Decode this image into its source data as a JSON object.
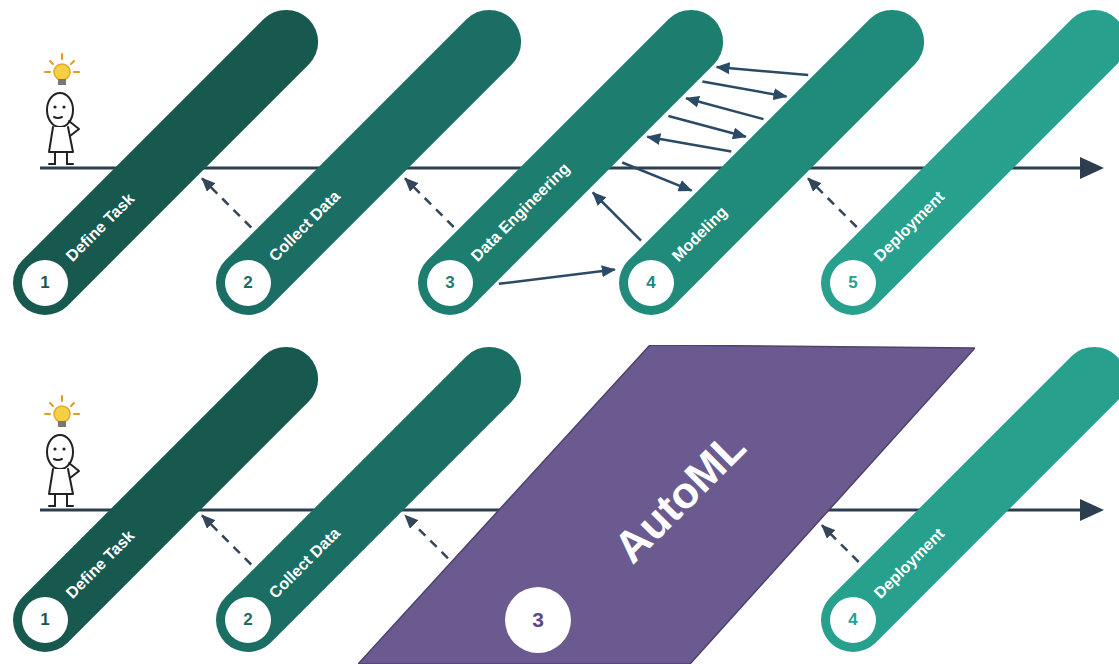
{
  "diagram": {
    "nodes": [
      {
        "text": [
          "Define Task",
          "1"
        ]
      },
      {
        "text": [
          "Collect Data",
          "2"
        ]
      },
      {
        "text": [
          "Data Engineering",
          "3"
        ]
      },
      {
        "text": [
          "Modeling",
          "4"
        ]
      },
      {
        "text": [
          "Deployment",
          "5"
        ]
      },
      {
        "text": [
          "Define Task",
          "1"
        ]
      },
      {
        "text": [
          "Collect Data",
          "2"
        ]
      },
      {
        "text": [
          "AutoML",
          "3"
        ]
      },
      {
        "text": [
          "Deployment",
          "4"
        ]
      }
    ],
    "edges": [
      {
        "from": 1,
        "to": 0,
        "arrow": "to"
      },
      {
        "from": 2,
        "to": 1,
        "arrow": "to"
      },
      {
        "from": 2,
        "to": 3,
        "arrow": "to"
      },
      {
        "from": 3,
        "to": 2,
        "arrow": "to"
      },
      {
        "from": 2,
        "to": 3,
        "arrow": "to"
      },
      {
        "from": 3,
        "to": 2,
        "arrow": "to"
      },
      {
        "from": 2,
        "to": 3,
        "arrow": "to"
      },
      {
        "from": 3,
        "to": 2,
        "arrow": "to"
      },
      {
        "from": 2,
        "to": 3,
        "arrow": "to"
      },
      {
        "from": 3,
        "to": 2,
        "arrow": "to"
      },
      {
        "from": 4,
        "to": 3,
        "arrow": "to"
      },
      {
        "from": 6,
        "to": 5,
        "arrow": "to"
      },
      {
        "from": 7,
        "to": 6,
        "arrow": "to"
      },
      {
        "from": 8,
        "to": 7,
        "arrow": "to"
      }
    ]
  }
}
